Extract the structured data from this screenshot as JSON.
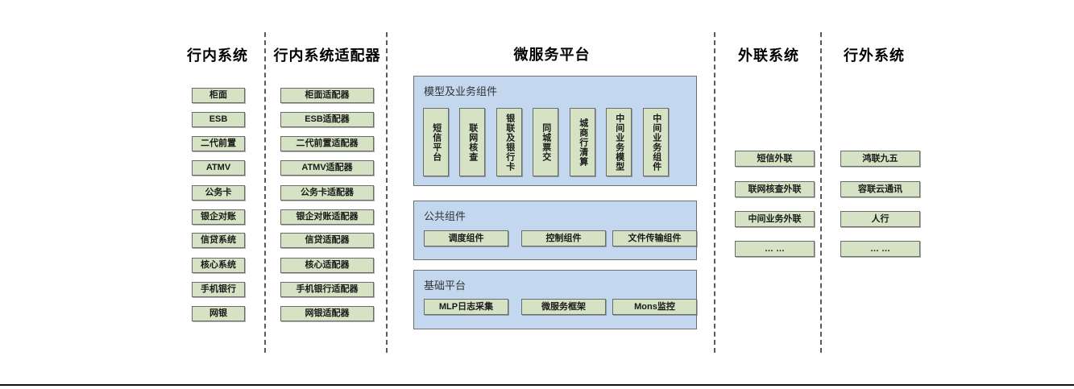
{
  "columns": {
    "inbank": {
      "title": "行内系统",
      "items": [
        "柜面",
        "ESB",
        "二代前置",
        "ATMV",
        "公务卡",
        "银企对账",
        "信贷系统",
        "核心系统",
        "手机银行",
        "网银"
      ]
    },
    "adapter": {
      "title": "行内系统适配器",
      "items": [
        "柜面适配器",
        "ESB适配器",
        "二代前置适配器",
        "ATMV适配器",
        "公务卡适配器",
        "银企对账适配器",
        "信贷适配器",
        "核心适配器",
        "手机银行适配器",
        "网银适配器"
      ]
    },
    "platform": {
      "title": "微服务平台",
      "groups": [
        {
          "label": "模型及业务组件",
          "items": [
            "短信平台",
            "联网核查",
            "银联及银行卡",
            "同城票交",
            "城商行清算",
            "中间业务模型",
            "中间业务组件"
          ]
        },
        {
          "label": "公共组件",
          "items": [
            "调度组件",
            "控制组件",
            "文件传输组件"
          ]
        },
        {
          "label": "基础平台",
          "items": [
            "MLP日志采集",
            "微服务框架",
            "Mons监控"
          ]
        }
      ]
    },
    "external_link": {
      "title": "外联系统",
      "items": [
        "短信外联",
        "联网核查外联",
        "中间业务外联",
        "… …"
      ]
    },
    "outbank": {
      "title": "行外系统",
      "items": [
        "鸿联九五",
        "容联云通讯",
        "人行",
        "… …"
      ]
    }
  },
  "colors": {
    "node_fill": "#d5e2c3",
    "node_border": "#6b6b6b",
    "panel_fill": "#c3d8ef",
    "panel_border": "#6f6f6f",
    "divider": "#5b5b5b",
    "text": "#000000"
  }
}
